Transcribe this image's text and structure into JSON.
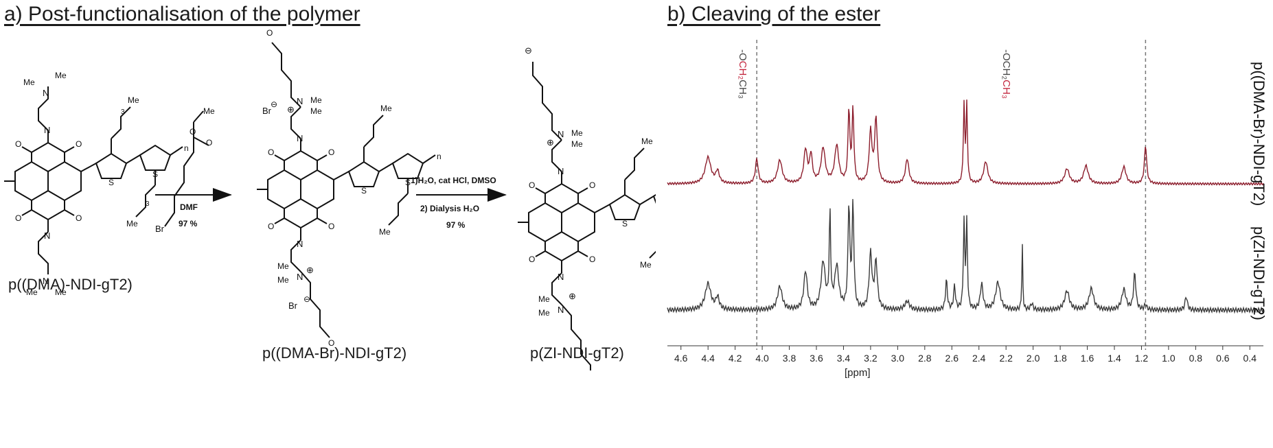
{
  "panel_a": {
    "title": "a) Post-functionalisation of the polymer",
    "monomer_labels": {
      "left": "p((DMA)-NDI-gT2)",
      "middle": "p((DMA-Br)-NDI-gT2)",
      "right": "p(ZI-NDI-gT2)"
    },
    "step1": {
      "reagent": "Br",
      "solvent": "DMF",
      "yield": "97 %"
    },
    "step2": {
      "line1": "1)H₂O, cat HCl, DMSO",
      "line2": "2) Dialysis H₂O",
      "yield": "97 %"
    },
    "atoms": {
      "me": "Me",
      "n": "N",
      "o": "O",
      "s": "S",
      "br": "Br",
      "plus": "⊕",
      "minus": "⊖",
      "sub_n": "n",
      "sub_3": "3"
    }
  },
  "panel_b": {
    "title": "b) Cleaving of the ester",
    "trace_labels": {
      "top": "p((DMA-Br)-NDI-gT2)",
      "bottom": "p(ZI-NDI-gT2)"
    },
    "assignment_left": {
      "pre": "-O",
      "hl": "CH₂",
      "post": "CH₃"
    },
    "assignment_right": {
      "pre": "-OCH₂",
      "hl": "CH₃",
      "post": ""
    },
    "xlabel": "[ppm]"
  },
  "chart_data": {
    "type": "line",
    "title": "b) Cleaving of the ester",
    "xlabel": "[ppm]",
    "x_ticks": [
      4.6,
      4.4,
      4.2,
      4.0,
      3.8,
      3.6,
      3.4,
      3.2,
      3.0,
      2.8,
      2.6,
      2.4,
      2.2,
      2.0,
      1.8,
      1.6,
      1.4,
      1.2,
      1.0,
      0.8,
      0.6,
      0.4
    ],
    "xlim": [
      4.7,
      0.3
    ],
    "reversed_x": true,
    "reference_lines_ppm": [
      4.04,
      1.17
    ],
    "series": [
      {
        "name": "p((DMA-Br)-NDI-gT2)",
        "color": "#8c1d2c",
        "peaks": [
          {
            "ppm": 4.4,
            "height": 0.62,
            "width": 0.025
          },
          {
            "ppm": 4.33,
            "height": 0.28,
            "width": 0.015
          },
          {
            "ppm": 4.04,
            "height": 0.58,
            "width": 0.012
          },
          {
            "ppm": 3.87,
            "height": 0.55,
            "width": 0.02
          },
          {
            "ppm": 3.68,
            "height": 0.78,
            "width": 0.015
          },
          {
            "ppm": 3.64,
            "height": 0.65,
            "width": 0.012
          },
          {
            "ppm": 3.55,
            "height": 0.82,
            "width": 0.018
          },
          {
            "ppm": 3.45,
            "height": 0.88,
            "width": 0.018
          },
          {
            "ppm": 3.36,
            "height": 1.7,
            "width": 0.008
          },
          {
            "ppm": 3.33,
            "height": 1.7,
            "width": 0.008
          },
          {
            "ppm": 3.2,
            "height": 1.2,
            "width": 0.012
          },
          {
            "ppm": 3.16,
            "height": 1.5,
            "width": 0.012
          },
          {
            "ppm": 2.93,
            "height": 0.58,
            "width": 0.015
          },
          {
            "ppm": 2.51,
            "height": 1.8,
            "width": 0.006
          },
          {
            "ppm": 2.49,
            "height": 1.8,
            "width": 0.006
          },
          {
            "ppm": 2.35,
            "height": 0.52,
            "width": 0.018
          },
          {
            "ppm": 1.75,
            "height": 0.35,
            "width": 0.02
          },
          {
            "ppm": 1.61,
            "height": 0.42,
            "width": 0.02
          },
          {
            "ppm": 1.33,
            "height": 0.4,
            "width": 0.018
          },
          {
            "ppm": 1.17,
            "height": 0.9,
            "width": 0.01
          }
        ]
      },
      {
        "name": "p(ZI-NDI-gT2)",
        "color": "#3a3a3a",
        "peaks": [
          {
            "ppm": 4.4,
            "height": 0.62,
            "width": 0.025
          },
          {
            "ppm": 4.33,
            "height": 0.28,
            "width": 0.015
          },
          {
            "ppm": 3.87,
            "height": 0.55,
            "width": 0.02
          },
          {
            "ppm": 3.68,
            "height": 0.9,
            "width": 0.015
          },
          {
            "ppm": 3.55,
            "height": 1.1,
            "width": 0.018
          },
          {
            "ppm": 3.5,
            "height": 2.2,
            "width": 0.006
          },
          {
            "ppm": 3.45,
            "height": 1.0,
            "width": 0.018
          },
          {
            "ppm": 3.36,
            "height": 2.4,
            "width": 0.008
          },
          {
            "ppm": 3.33,
            "height": 2.4,
            "width": 0.008
          },
          {
            "ppm": 3.2,
            "height": 1.3,
            "width": 0.012
          },
          {
            "ppm": 3.16,
            "height": 1.1,
            "width": 0.012
          },
          {
            "ppm": 2.93,
            "height": 0.2,
            "width": 0.02
          },
          {
            "ppm": 2.64,
            "height": 0.7,
            "width": 0.008
          },
          {
            "ppm": 2.58,
            "height": 0.55,
            "width": 0.008
          },
          {
            "ppm": 2.51,
            "height": 2.0,
            "width": 0.006
          },
          {
            "ppm": 2.49,
            "height": 2.0,
            "width": 0.006
          },
          {
            "ppm": 2.38,
            "height": 0.6,
            "width": 0.012
          },
          {
            "ppm": 2.26,
            "height": 0.65,
            "width": 0.02
          },
          {
            "ppm": 2.08,
            "height": 1.55,
            "width": 0.004
          },
          {
            "ppm": 2.01,
            "height": 0.15,
            "width": 0.01
          },
          {
            "ppm": 1.75,
            "height": 0.45,
            "width": 0.02
          },
          {
            "ppm": 1.57,
            "height": 0.5,
            "width": 0.02
          },
          {
            "ppm": 1.33,
            "height": 0.48,
            "width": 0.018
          },
          {
            "ppm": 1.25,
            "height": 0.85,
            "width": 0.01
          },
          {
            "ppm": 1.17,
            "height": 0.12,
            "width": 0.01
          },
          {
            "ppm": 0.87,
            "height": 0.32,
            "width": 0.01
          }
        ]
      }
    ]
  }
}
